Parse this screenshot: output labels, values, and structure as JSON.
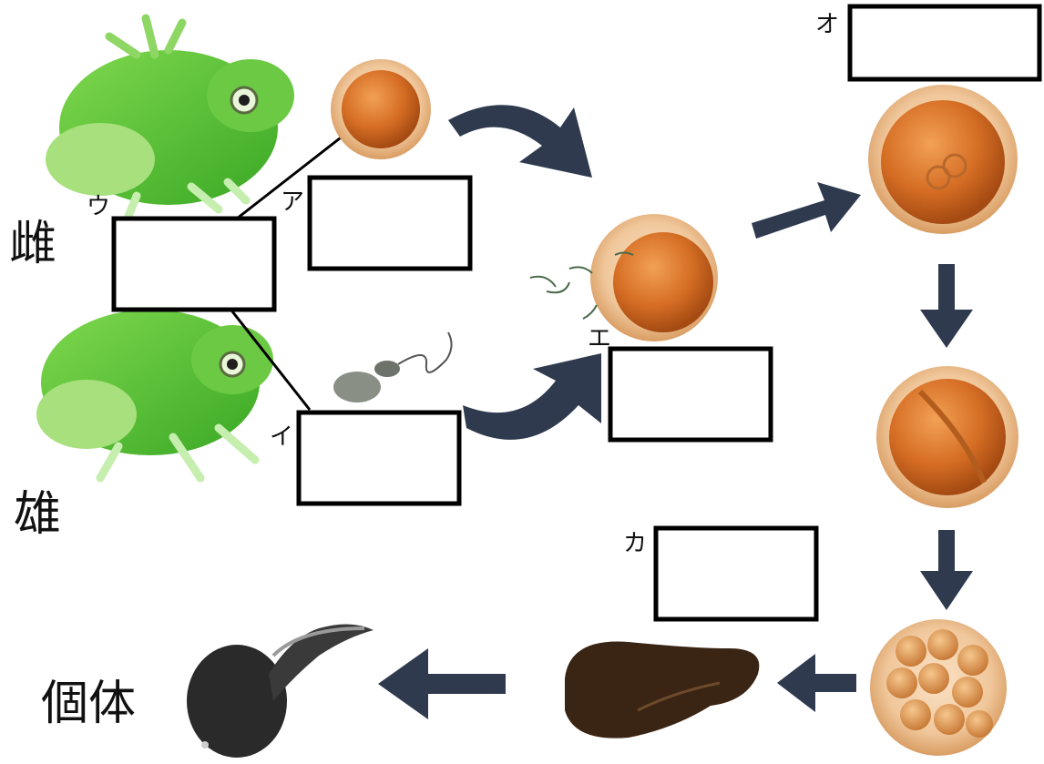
{
  "labels": {
    "female": "雌",
    "male": "雄",
    "individual": "個体"
  },
  "blank_markers": {
    "a": "ア",
    "i": "イ",
    "u": "ウ",
    "e": "エ",
    "o": "オ",
    "ka": "カ"
  },
  "colors": {
    "arrow": "#2f3a4f",
    "frog_green": "#5cc43a",
    "egg_orange": "#d9722a",
    "tadpole": "#2a2a2a"
  },
  "icons": [
    "frog-female-icon",
    "frog-male-icon",
    "egg-icon",
    "sperm-icon",
    "fertilized-egg-icon",
    "two-cell-icon",
    "cleavage-icon",
    "morula-icon",
    "embryo-icon",
    "tadpole-icon"
  ]
}
